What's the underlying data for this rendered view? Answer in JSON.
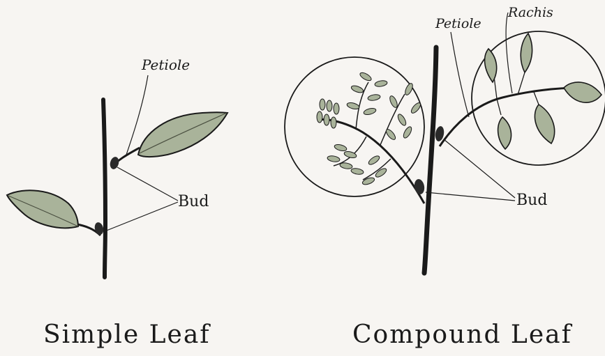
{
  "simple_leaf": {
    "caption": "Simple Leaf",
    "petiole_label": "Petiole",
    "bud_label": "Bud"
  },
  "compound_leaf": {
    "caption": "Compound Leaf",
    "petiole_label": "Petiole",
    "rachis_label": "Rachis",
    "bud_label": "Bud"
  },
  "colors": {
    "ink": "#1a1a1a",
    "leaf_fill": "#a9b39a",
    "leaf_fill_light": "#c9cfbd",
    "paper": "#f7f5f2"
  }
}
